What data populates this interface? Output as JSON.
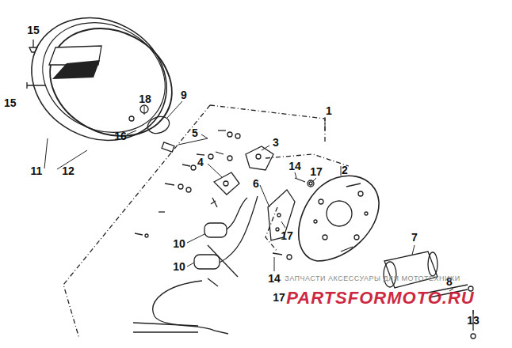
{
  "diagram": {
    "labels": [
      "15",
      "15",
      "18",
      "9",
      "16",
      "12",
      "11",
      "5",
      "3",
      "4",
      "1",
      "14",
      "17",
      "2",
      "6",
      "17",
      "10",
      "10",
      "7",
      "14",
      "17",
      "8",
      "13",
      "ЗАПЧАСТИ АКСЕССУАРЫ ДЛЯ МОТОТЕХНИКИ",
      "PARTSFORMOTO.RU"
    ]
  }
}
